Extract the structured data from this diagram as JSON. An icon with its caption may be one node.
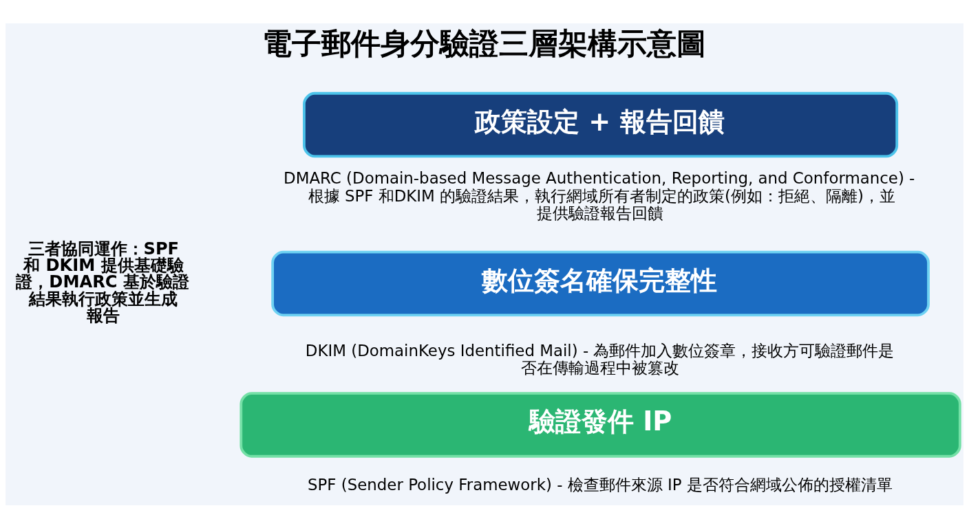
{
  "diagram": {
    "title": "電子郵件身分驗證三層架構示意圖",
    "nodes": [
      {
        "text": [
          "政策設定 + 報告回饋"
        ],
        "beside": [
          "DMARC (Domain-based Message Authentication, Reporting, and Conformance) - 根據 SPF 和DKIM 的驗證結果，執行網域所有者制定的政策(例如：拒絕、隔離)，並提供驗證報告回饋"
        ]
      },
      {
        "text": [
          "數位簽名確保完整性"
        ],
        "beside": [
          "DKIM (DomainKeys Identified Mail) - 為郵件加入數位簽章，接收方可驗證郵件是否在傳輸過程中被篡改"
        ]
      },
      {
        "text": [
          "驗證發件 IP"
        ],
        "beside": [
          "SPF (Sender Policy Framework) - 檢查郵件來源 IP 是否符合網域公佈的授權清單"
        ]
      }
    ],
    "labels": [
      "三者協同運作：SPF 和 DKIM 提供基礎驗證，DMARC 基於驗證結果執行政策並生成報告"
    ]
  }
}
